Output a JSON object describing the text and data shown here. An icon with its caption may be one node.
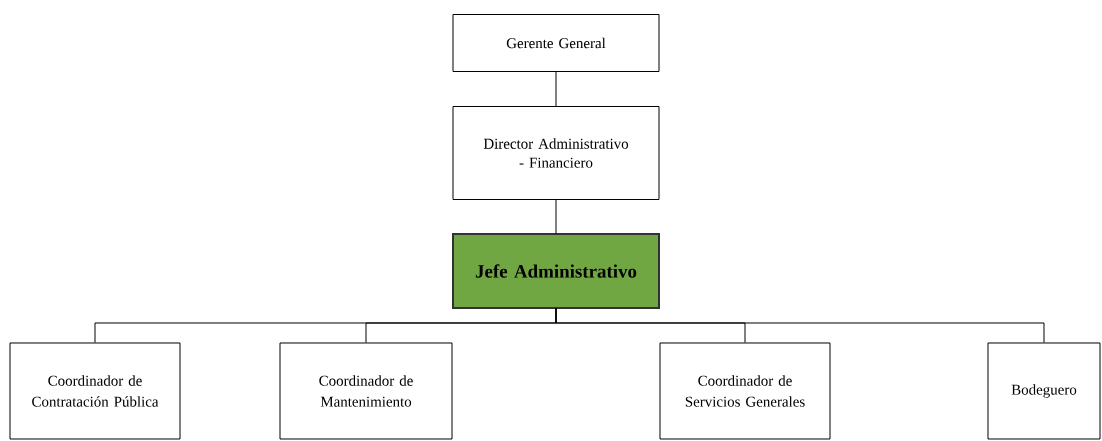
{
  "diagram": {
    "nodes": [
      {
        "text": [
          "Gerente General"
        ]
      },
      {
        "text": [
          "Director Administrativo - Financiero"
        ]
      },
      {
        "text": [
          "Jefe Administrativo"
        ]
      },
      {
        "text": [
          "Coordinador de Contratación Pública"
        ]
      },
      {
        "text": [
          "Coordinador de Mantenimiento"
        ]
      },
      {
        "text": [
          "Coordinador de Servicios Generales"
        ]
      },
      {
        "text": [
          "Bodeguero"
        ]
      }
    ],
    "edges": [
      {
        "from": 0,
        "to": 1,
        "arrow": "none"
      },
      {
        "from": 1,
        "to": 2,
        "arrow": "none"
      },
      {
        "from": 2,
        "to": 3,
        "arrow": "none"
      },
      {
        "from": 2,
        "to": 4,
        "arrow": "none"
      },
      {
        "from": 2,
        "to": 5,
        "arrow": "none"
      },
      {
        "from": 2,
        "to": 6,
        "arrow": "none"
      }
    ]
  }
}
